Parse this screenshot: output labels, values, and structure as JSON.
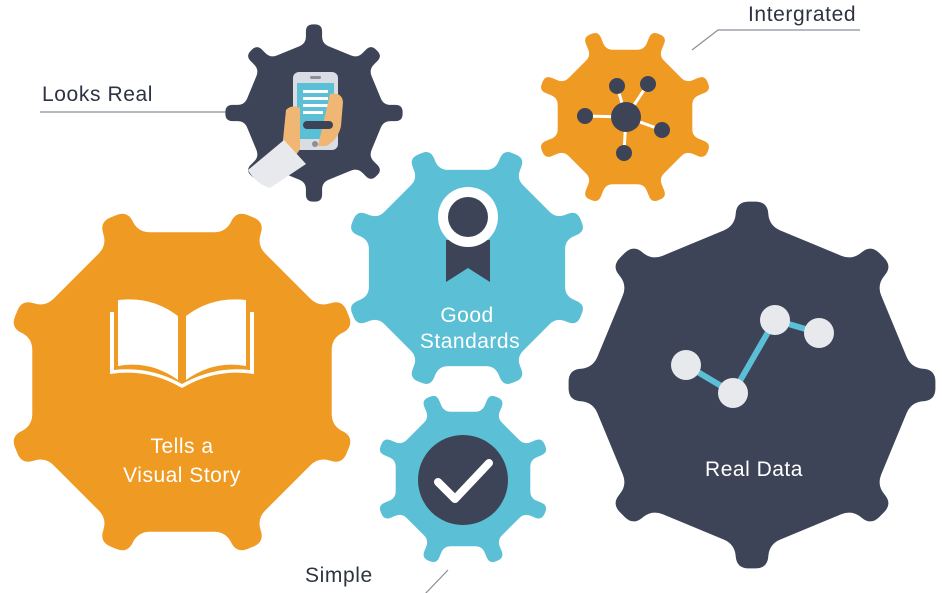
{
  "colors": {
    "orange": "#ef9a22",
    "teal": "#5bbfd6",
    "navy": "#3d4457",
    "white": "#ffffff",
    "line": "#8a8f99",
    "text": "#2d3340"
  },
  "gears": {
    "visual_story": {
      "line1": "Tells a",
      "line2": "Visual Story",
      "icon": "open-book-icon"
    },
    "good_standards": {
      "line1": "Good",
      "line2": "Standards",
      "icon": "award-ribbon-icon"
    },
    "real_data": {
      "label": "Real Data",
      "icon": "line-graph-icon"
    },
    "looks_real": {
      "icon": "phone-in-hand-icon"
    },
    "integrated": {
      "icon": "network-nodes-icon"
    },
    "simple": {
      "icon": "checkmark-icon"
    }
  },
  "callouts": {
    "looks_real": "Looks Real",
    "integrated": "Intergrated",
    "simple": "Simple"
  }
}
